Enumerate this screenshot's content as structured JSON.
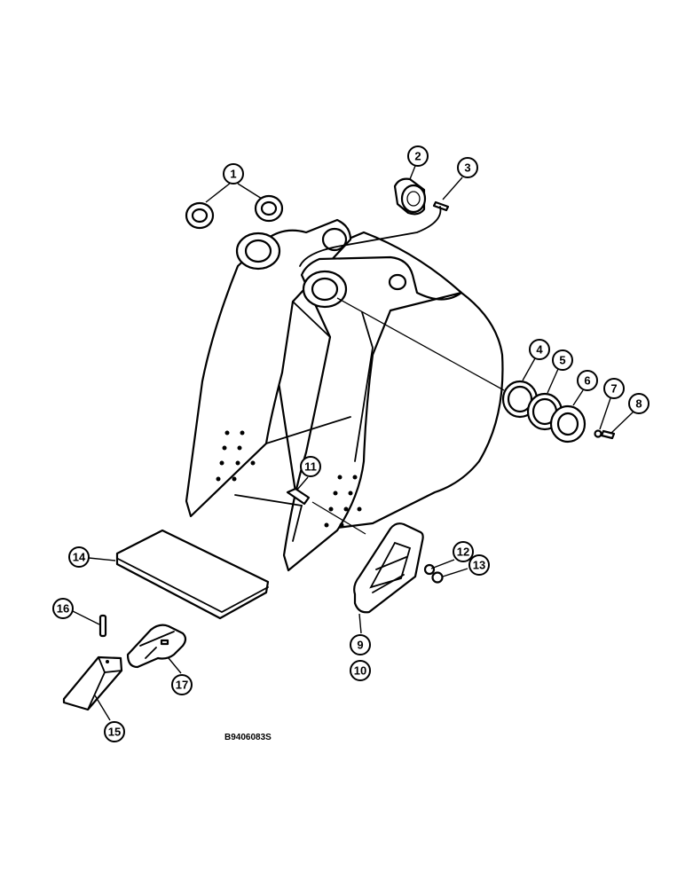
{
  "callouts": [
    {
      "id": "1",
      "label": "1"
    },
    {
      "id": "2",
      "label": "2"
    },
    {
      "id": "3",
      "label": "3"
    },
    {
      "id": "4",
      "label": "4"
    },
    {
      "id": "5",
      "label": "5"
    },
    {
      "id": "6",
      "label": "6"
    },
    {
      "id": "7",
      "label": "7"
    },
    {
      "id": "8",
      "label": "8"
    },
    {
      "id": "9",
      "label": "9"
    },
    {
      "id": "10",
      "label": "10"
    },
    {
      "id": "11",
      "label": "11"
    },
    {
      "id": "12",
      "label": "12"
    },
    {
      "id": "13",
      "label": "13"
    },
    {
      "id": "14",
      "label": "14"
    },
    {
      "id": "15",
      "label": "15"
    },
    {
      "id": "16",
      "label": "16"
    },
    {
      "id": "17",
      "label": "17"
    }
  ],
  "drawing_code": "B9406083S"
}
